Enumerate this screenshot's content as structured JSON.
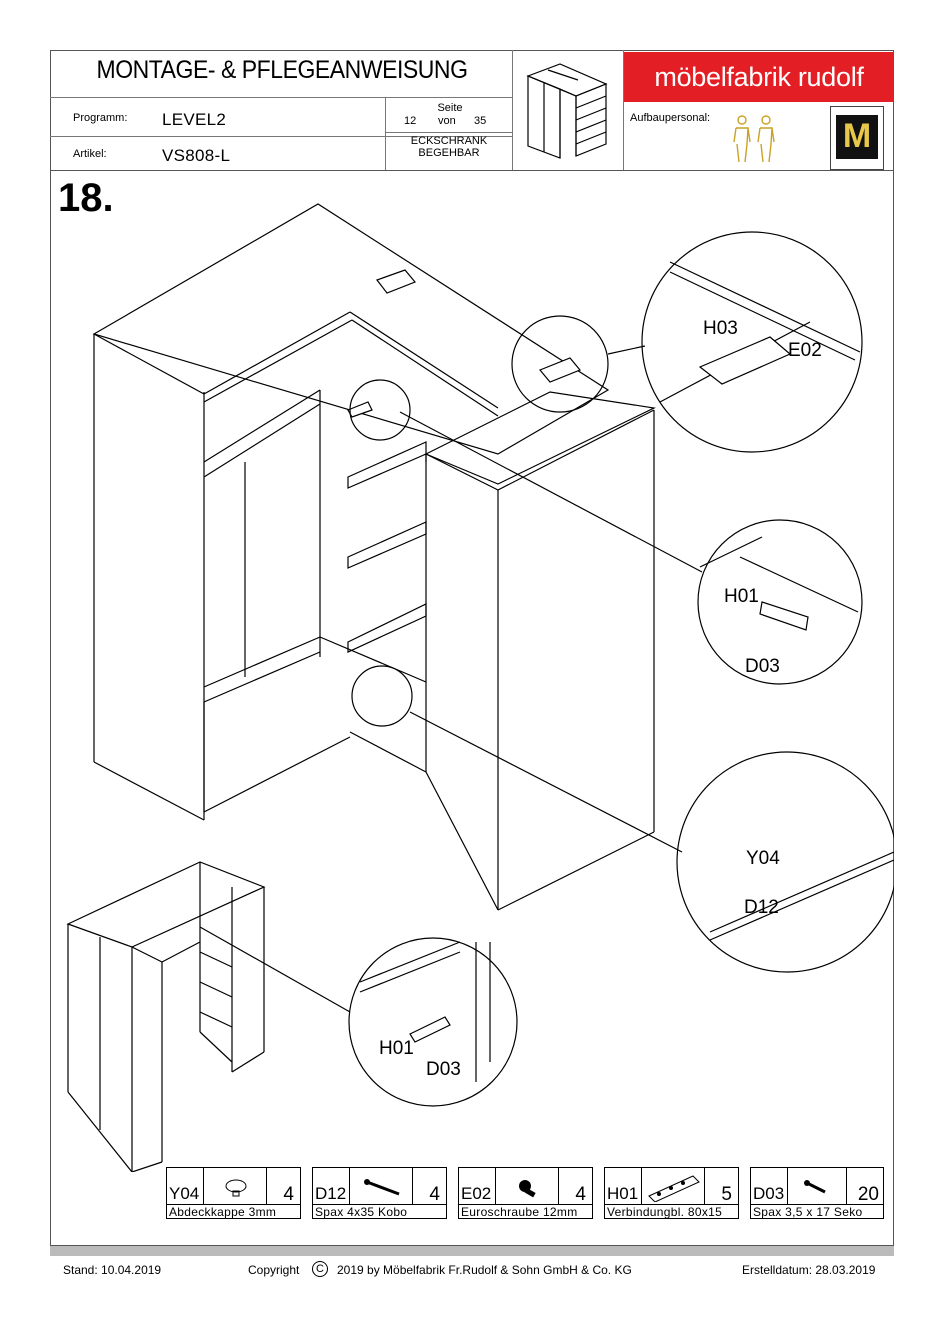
{
  "header": {
    "title": "MONTAGE- & PFLEGEANWEISUNG",
    "programm_label": "Programm:",
    "programm_value": "LEVEL2",
    "artikel_label": "Artikel:",
    "artikel_value": "VS808-L",
    "seite_label": "Seite",
    "seite_num": "12",
    "seite_von": "von",
    "seite_total": "35",
    "product_line1": "ECKSCHRANK",
    "product_line2": "BEGEHBAR",
    "brand": "möbelfabrik rudolf",
    "aufbau_label": "Aufbaupersonal:",
    "seal_letter": "M"
  },
  "step": "18.",
  "callouts": {
    "h03": "H03",
    "e02": "E02",
    "h01_a": "H01",
    "d03_a": "D03",
    "y04": "Y04",
    "d12": "D12",
    "h01_b": "H01",
    "d03_b": "D03"
  },
  "parts": [
    {
      "code": "Y04",
      "qty": "4",
      "desc": "Abdeckkappe 3mm",
      "icon": "cap-icon"
    },
    {
      "code": "D12",
      "qty": "4",
      "desc": "Spax  4x35  Kobo",
      "icon": "long-screw-icon"
    },
    {
      "code": "E02",
      "qty": "4",
      "desc": "Euroschraube 12mm",
      "icon": "euro-screw-icon"
    },
    {
      "code": "H01",
      "qty": "5",
      "desc": "Verbindungbl. 80x15",
      "icon": "connector-plate-icon"
    },
    {
      "code": "D03",
      "qty": "20",
      "desc": "Spax  3,5 x 17  Seko",
      "icon": "short-screw-icon"
    }
  ],
  "footer": {
    "stand": "Stand:    10.04.2019",
    "copyright": "Copyright",
    "copyright_symbol": "C",
    "copyright_text": "2019  by Möbelfabrik Fr.Rudolf & Sohn GmbH & Co. KG",
    "erstellt": "Erstelldatum: 28.03.2019"
  },
  "colors": {
    "brand": "#e31e24",
    "figure": "#e8c84a"
  }
}
